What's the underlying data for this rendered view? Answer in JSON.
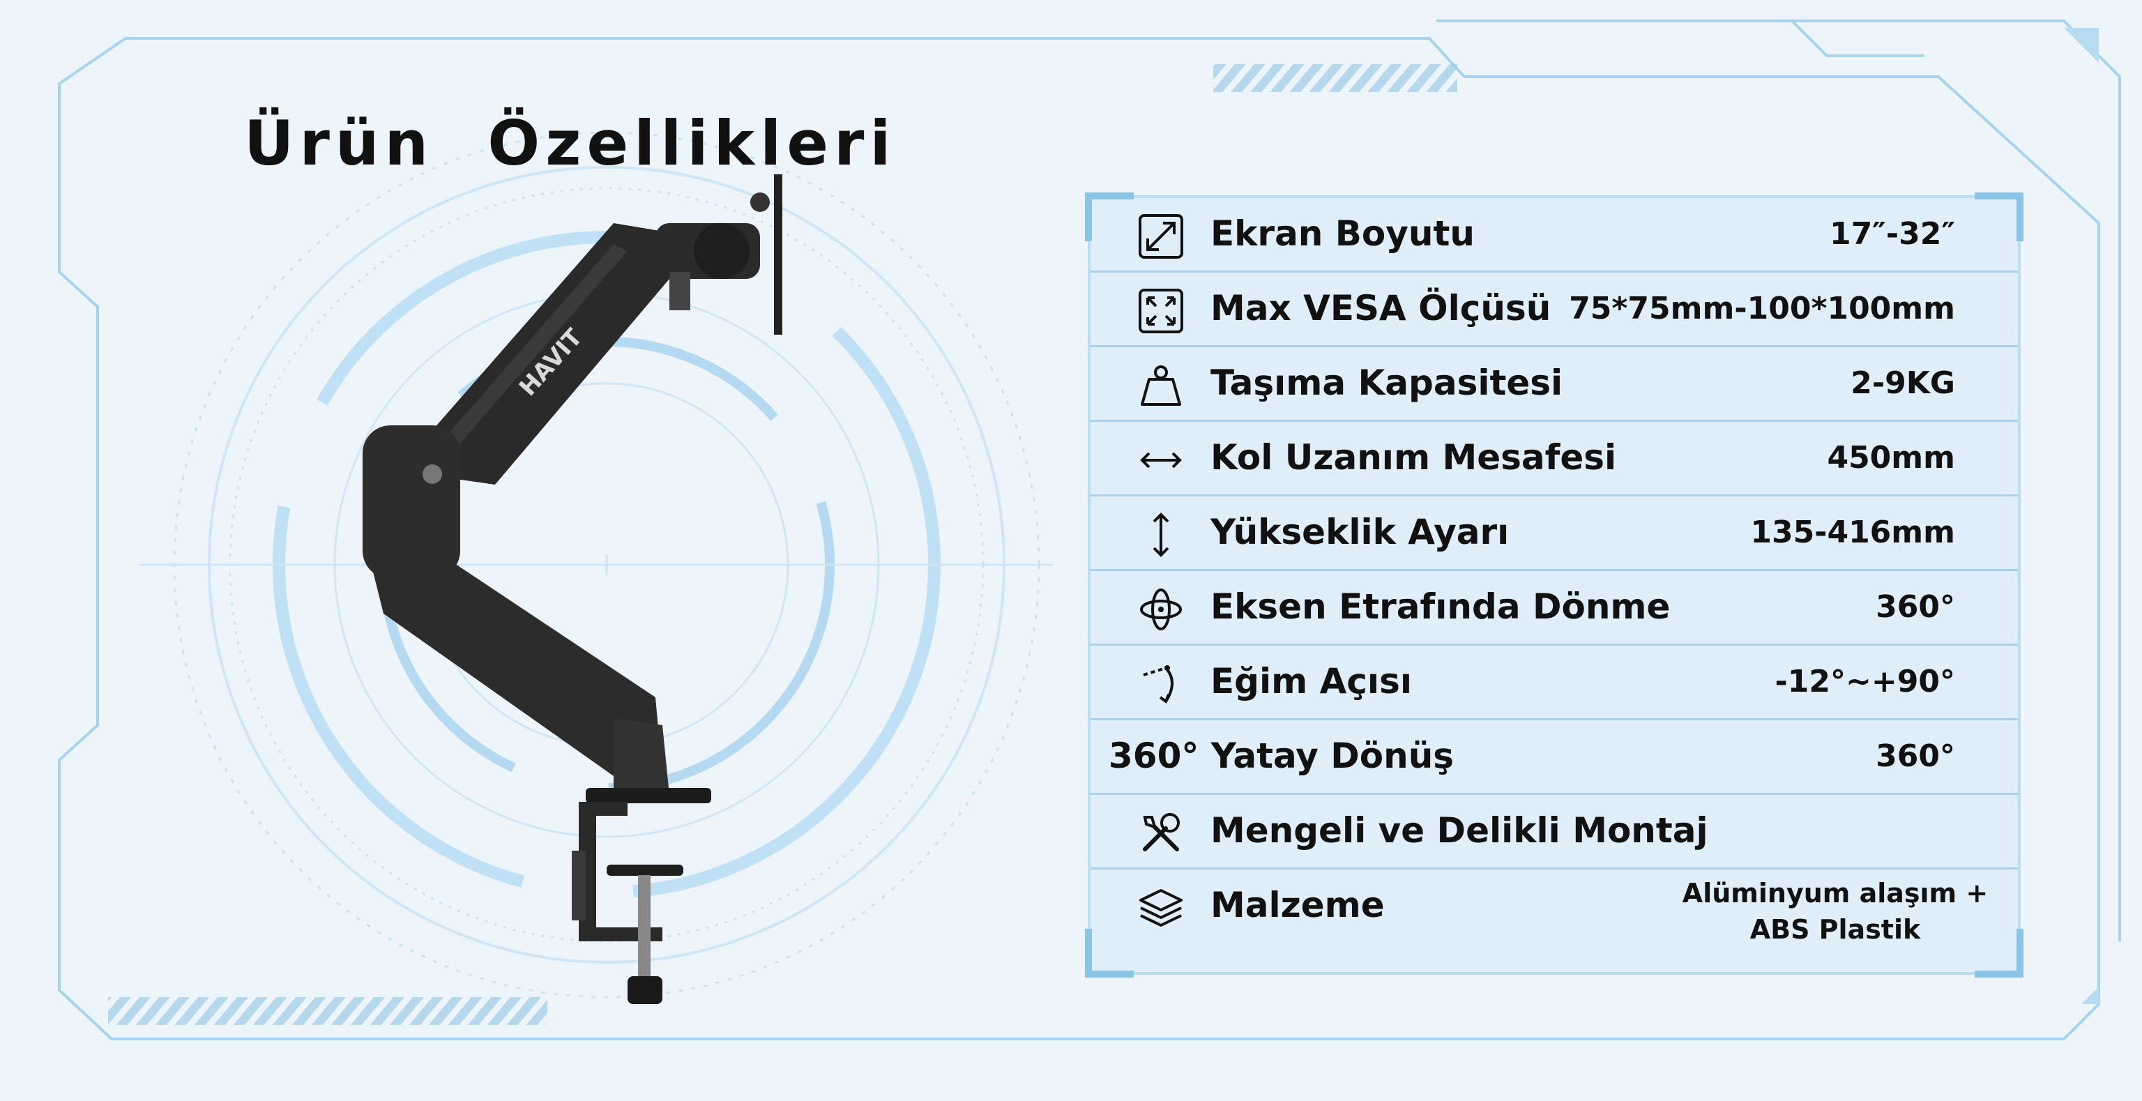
{
  "page": {
    "title": "Ürün  Özellikleri",
    "accent_color": "#8cc4e6",
    "background_color": "#eef5fa"
  },
  "product": {
    "brand_text": "HAVIT"
  },
  "specs": [
    {
      "icon": "diagonal-resize-icon",
      "label": "Ekran Boyutu",
      "value": "17″-32″"
    },
    {
      "icon": "expand-corners-icon",
      "label": "Max VESA Ölçüsü",
      "value": "75*75mm-100*100mm"
    },
    {
      "icon": "weight-icon",
      "label": "Taşıma Kapasitesi",
      "value": "2-9KG"
    },
    {
      "icon": "horizontal-arrow-icon",
      "label": "Kol Uzanım Mesafesi",
      "value": "450mm"
    },
    {
      "icon": "vertical-arrow-icon",
      "label": "Yükseklik Ayarı",
      "value": "135-416mm"
    },
    {
      "icon": "rotate-axis-icon",
      "label": "Eksen Etrafında Dönme",
      "value": "360°"
    },
    {
      "icon": "tilt-angle-icon",
      "label": "Eğim Açısı",
      "value": "-12°~+90°"
    },
    {
      "icon": "",
      "label": "360° Yatay Dönüş",
      "value": "360°"
    },
    {
      "icon": "tools-icon",
      "label": "Mengeli ve Delikli Montaj",
      "value": ""
    },
    {
      "icon": "layers-icon",
      "label": "Malzeme",
      "value": "Alüminyum alaşım + ABS Plastik"
    }
  ]
}
